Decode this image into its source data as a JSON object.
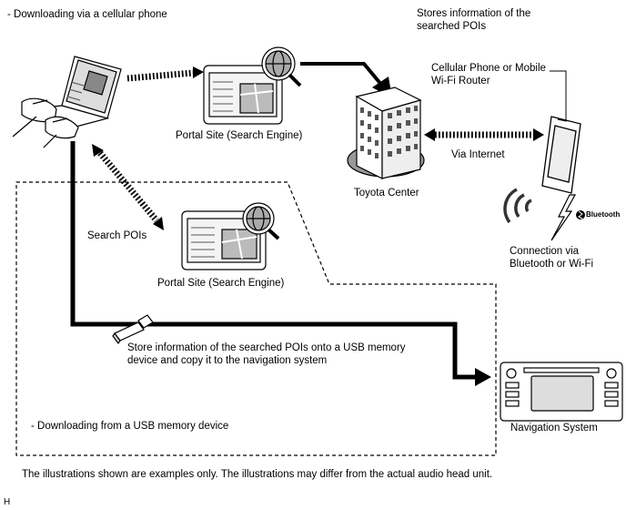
{
  "labels": {
    "cellular_heading": "- Downloading via a cellular phone",
    "stores_info": "Stores information of the searched POIs",
    "portal_site_top": "Portal Site (Search Engine)",
    "portal_site_bottom": "Portal Site (Search Engine)",
    "toyota_center": "Toyota Center",
    "via_internet": "Via Internet",
    "cellular_phone": "Cellular Phone or Mobile Wi-Fi Router",
    "connection": "Connection via Bluetooth or Wi-Fi",
    "bluetooth": "Bluetooth",
    "search_pois": "Search POIs",
    "store_info": "Store information of the searched POIs onto a USB memory device and copy it to the navigation system",
    "usb_heading": "- Downloading from a USB memory device",
    "navigation_system": "Navigation System",
    "footnote": "The illustrations shown are examples only. The illustrations may differ from the actual audio head unit.",
    "corner_code": "H"
  }
}
